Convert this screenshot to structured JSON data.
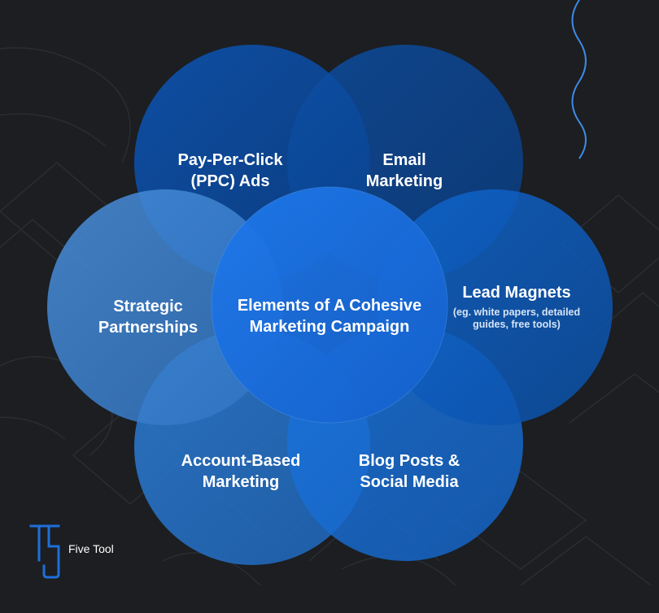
{
  "diagram": {
    "center": {
      "title": "Elements of A Cohesive\nMarketing Campaign"
    },
    "petals": [
      {
        "id": "ppc",
        "title": "Pay-Per-Click\n(PPC) Ads",
        "subtitle": ""
      },
      {
        "id": "email",
        "title": "Email\nMarketing",
        "subtitle": ""
      },
      {
        "id": "lead",
        "title": "Lead Magnets",
        "subtitle": "(eg. white papers, detailed\nguides, free tools)"
      },
      {
        "id": "blog",
        "title": "Blog Posts &\nSocial Media",
        "subtitle": ""
      },
      {
        "id": "abm",
        "title": "Account-Based\nMarketing",
        "subtitle": ""
      },
      {
        "id": "partner",
        "title": "Strategic\nPartnerships",
        "subtitle": ""
      }
    ]
  },
  "brand": {
    "logo_text": "Five Tool",
    "accent": "#1e6fd9"
  },
  "colors": {
    "background": "#1c1e21",
    "center_fill": "#1a6ee0",
    "ppc_fill": "#0a4fa8",
    "email_fill": "#0b4a9c",
    "lead_fill": "#0d5ec4",
    "blog_fill": "#1a72dc",
    "abm_fill": "#2a78d0",
    "partner_fill": "#3d86d6"
  }
}
